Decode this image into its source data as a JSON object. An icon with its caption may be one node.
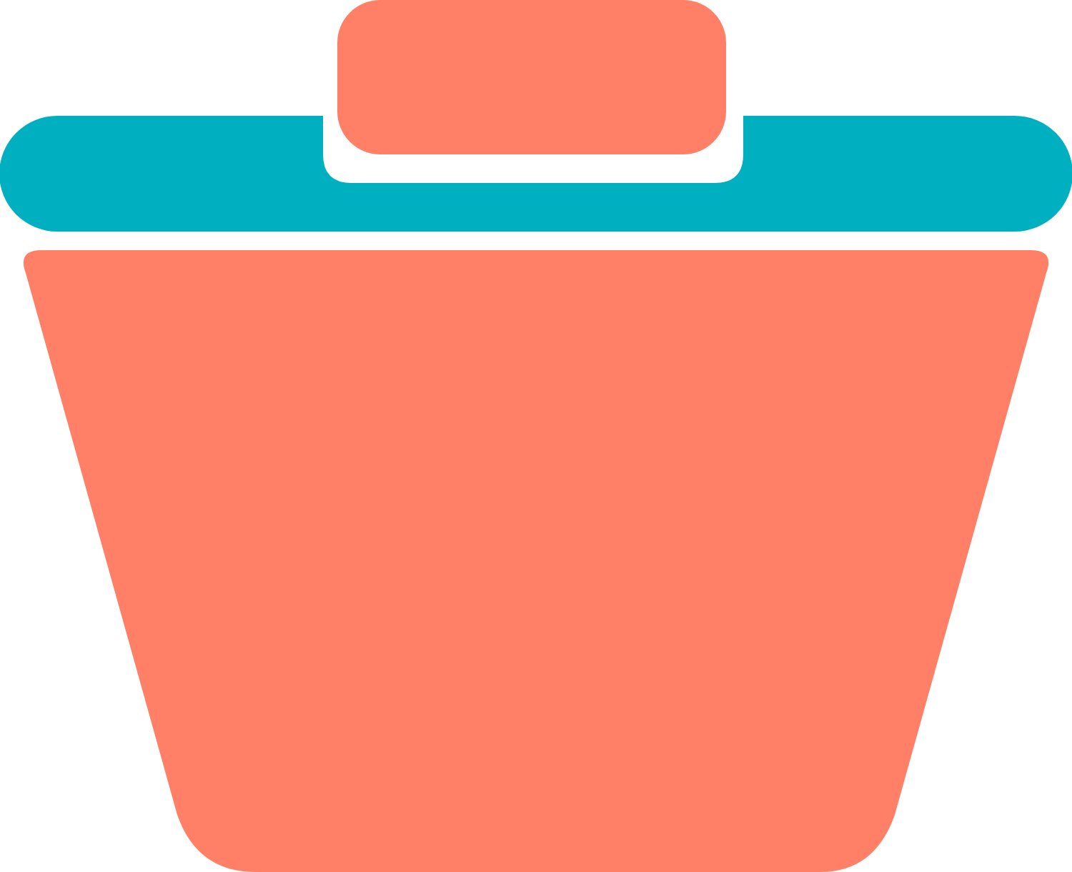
{
  "diagram": {
    "nodes": [
      {
        "text": [],
        "shape": "box"
      },
      {
        "text": [],
        "shape": "bar"
      },
      {
        "text": [],
        "shape": "trapezoid"
      }
    ]
  }
}
